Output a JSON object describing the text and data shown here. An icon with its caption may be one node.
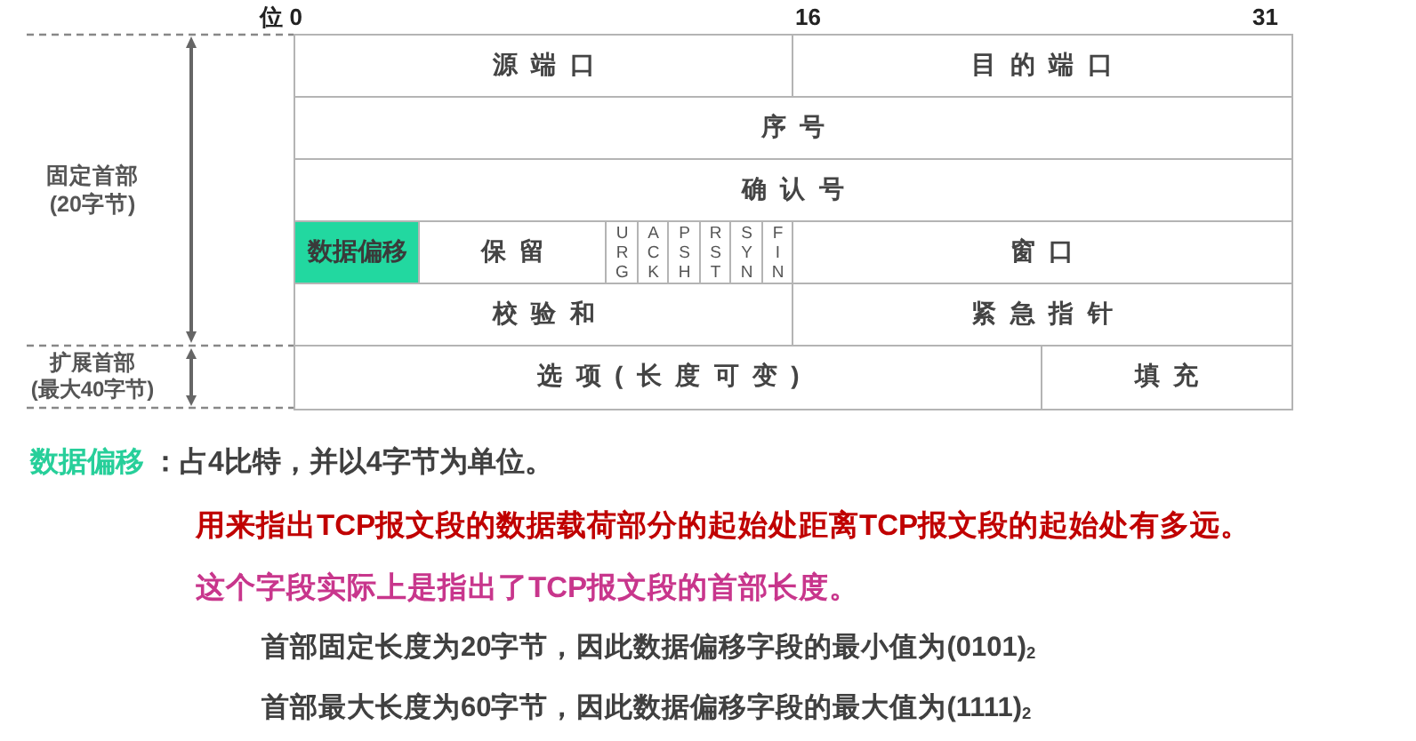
{
  "diagram": {
    "nodes": [
      {
        "text": [
          "源端口"
        ]
      },
      {
        "text": [
          "目的端口"
        ]
      },
      {
        "text": [
          "序号"
        ]
      },
      {
        "text": [
          "确认号"
        ]
      },
      {
        "text": [
          "数据偏移"
        ]
      },
      {
        "text": [
          "保留"
        ]
      },
      {
        "text": [
          "URG"
        ]
      },
      {
        "text": [
          "ACK"
        ]
      },
      {
        "text": [
          "PSH"
        ]
      },
      {
        "text": [
          "RST"
        ]
      },
      {
        "text": [
          "SYN"
        ]
      },
      {
        "text": [
          "FIN"
        ]
      },
      {
        "text": [
          "窗口"
        ]
      },
      {
        "text": [
          "校验和"
        ]
      },
      {
        "text": [
          "紧急指针"
        ]
      },
      {
        "text": [
          "选项(长度可变)"
        ]
      },
      {
        "text": [
          "填充"
        ]
      }
    ],
    "labels": [
      "位 0",
      "16",
      "31",
      "固定首部",
      "(20字节)",
      "扩展首部",
      "(最大40字节)",
      "数据偏移",
      "：占4比特，并以4字节为单位。",
      "用来指出TCP报文段的数据载荷部分的起始处距离TCP报文段的起始处有多远。",
      "这个字段实际上是指出了TCP报文段的首部长度。",
      "首部固定长度为20字节，因此数据偏移字段的最小值为(0101)$_{2}$",
      "首部最大长度为60字节，因此数据偏移字段的最大值为(1111)$_{2}$"
    ]
  }
}
